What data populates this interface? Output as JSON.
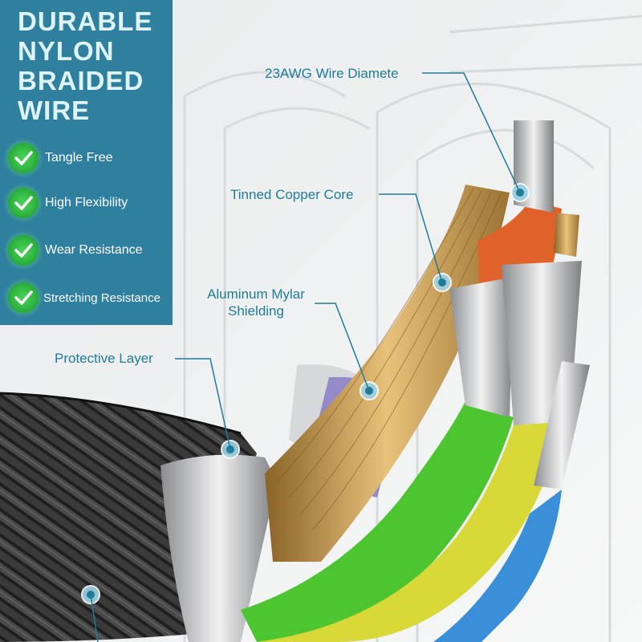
{
  "panel": {
    "title_lines": [
      "DURABLE",
      "NYLON",
      "BRAIDED",
      "WIRE"
    ],
    "features": [
      {
        "label": "Tangle Free",
        "icon": "check-circle-icon"
      },
      {
        "label": "High Flexibility",
        "icon": "check-circle-icon"
      },
      {
        "label": "Wear Resistance",
        "icon": "check-circle-icon"
      },
      {
        "label": "Stretching Resistance",
        "icon": "check-circle-icon"
      }
    ]
  },
  "callouts": {
    "wire_diameter": "23AWG Wire Diamete",
    "copper_core": "Tinned Copper Core",
    "mylar_line1": "Aluminum Mylar",
    "mylar_line2": "Shielding",
    "protective_layer": "Protective Layer"
  },
  "colors": {
    "panel": "#2f7f9f",
    "callout_text": "#1e7c98",
    "check": "#2fb540",
    "braid": "#2a2a2a",
    "copper": "#c79a4a",
    "green_wire": "#4cc531",
    "yellow_wire": "#d8d838",
    "orange_wire": "#e0622a",
    "blue_wire": "#3a8fd8",
    "mylar": "#8c82c4"
  }
}
